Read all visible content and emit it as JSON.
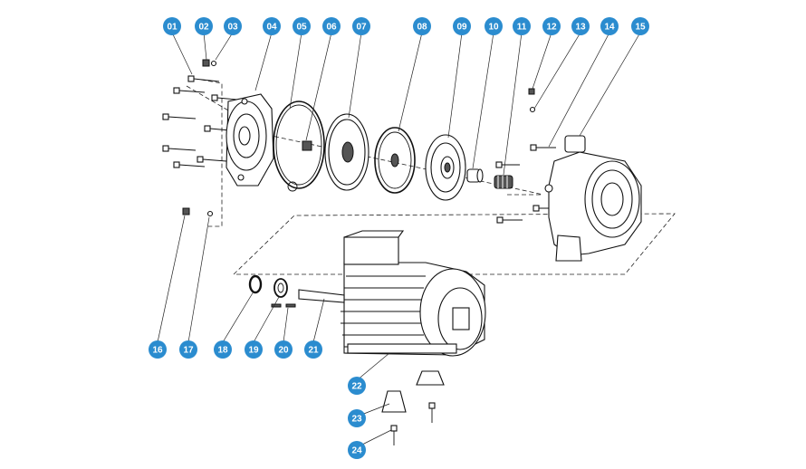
{
  "diagram": {
    "badge_color": "#2b8ccf",
    "labels": [
      {
        "id": "01",
        "name": "label-01"
      },
      {
        "id": "02",
        "name": "label-02"
      },
      {
        "id": "03",
        "name": "label-03"
      },
      {
        "id": "04",
        "name": "label-04"
      },
      {
        "id": "05",
        "name": "label-05"
      },
      {
        "id": "06",
        "name": "label-06"
      },
      {
        "id": "07",
        "name": "label-07"
      },
      {
        "id": "08",
        "name": "label-08"
      },
      {
        "id": "09",
        "name": "label-09"
      },
      {
        "id": "10",
        "name": "label-10"
      },
      {
        "id": "11",
        "name": "label-11"
      },
      {
        "id": "12",
        "name": "label-12"
      },
      {
        "id": "13",
        "name": "label-13"
      },
      {
        "id": "14",
        "name": "label-14"
      },
      {
        "id": "15",
        "name": "label-15"
      },
      {
        "id": "16",
        "name": "label-16"
      },
      {
        "id": "17",
        "name": "label-17"
      },
      {
        "id": "18",
        "name": "label-18"
      },
      {
        "id": "19",
        "name": "label-19"
      },
      {
        "id": "20",
        "name": "label-20"
      },
      {
        "id": "21",
        "name": "label-21"
      },
      {
        "id": "22",
        "name": "label-22"
      },
      {
        "id": "23",
        "name": "label-23"
      },
      {
        "id": "24",
        "name": "label-24"
      }
    ]
  }
}
